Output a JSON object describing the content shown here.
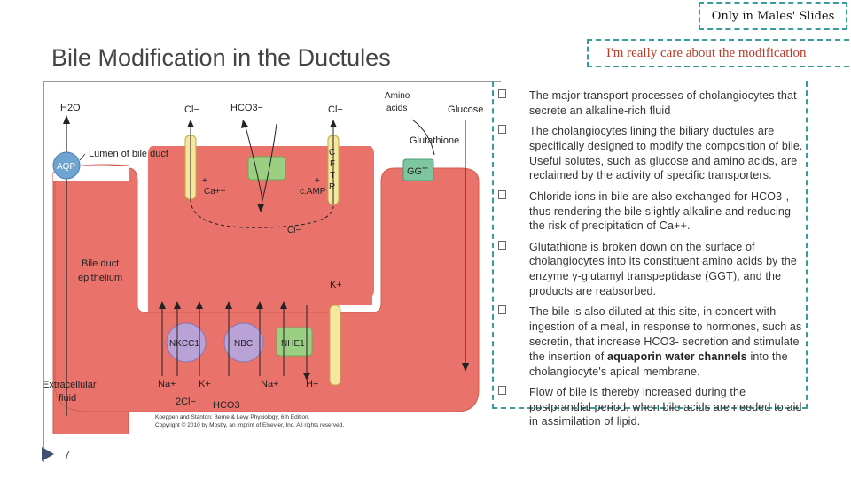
{
  "header": {
    "badge": "Only in Males' Slides",
    "title": "Bile Modification in the Ductules",
    "note": "I'm really care about the modification"
  },
  "page_number": "7",
  "diagram": {
    "h2o": "H2O",
    "aqp": "AQP",
    "lumen": "Lumen of bile duct",
    "epithelium_1": "Bile duct",
    "epithelium_2": "epithelium",
    "extracellular_1": "Extracellular",
    "extracellular_2": "fluid",
    "cl_left": "Cl−",
    "hco3_top": "HCO3−",
    "cl_right": "Cl−",
    "amino_1": "Amino",
    "amino_2": "acids",
    "glucose": "Glucose",
    "glutathione": "Glutathione",
    "ggt": "GGT",
    "plus_left": "+",
    "ca": "Ca++",
    "plus_right": "+",
    "camp": "c.AMP",
    "cftr": [
      "C",
      "F",
      "T",
      "R"
    ],
    "cl_bottom": "Cl−",
    "k_plus": "K+",
    "nkcc1": "NKCC1",
    "nbc": "NBC",
    "nhe1": "NHE1",
    "na_1": "Na+",
    "k_bottom": "K+",
    "na_2": "Na+",
    "h_plus": "H+",
    "two_cl": "2Cl−",
    "hco3_bottom": "HCO3−",
    "credit_1": "Koeppen and Stanton: Berne & Levy Physiology, 6th Edition.",
    "credit_2": "Copyright © 2010 by Mosby, an imprint of Elsevier, Inc. All rights reserved."
  },
  "bullets": [
    {
      "text": "The major transport processes of cholangiocytes that secrete an alkaline-rich fluid"
    },
    {
      "text": "The cholangiocytes lining the biliary ductules are specifically designed to modify the composition of bile. Useful solutes, such as glucose and amino acids, are reclaimed by the activity of specific transporters."
    },
    {
      "text": "Chloride ions in bile are also exchanged for HCO3-, thus rendering the bile slightly alkaline and reducing the risk of precipitation of Ca++."
    },
    {
      "text": "Glutathione is broken down on the surface of cholangiocytes into its constituent amino acids by the enzyme γ-glutamyl transpeptidase (GGT), and the products are reabsorbed."
    },
    {
      "pre": "The bile is also diluted at this site, in concert with ingestion of a meal, in response to hormones, such as secretin, that increase HCO3- secretion and stimulate the insertion of ",
      "bold": "aquaporin water channels",
      "post": " into the cholangiocyte's apical membrane."
    },
    {
      "text": "Flow of bile is thereby increased during the postprandial period, when bile acids are needed to aid in assimilation of lipid."
    }
  ],
  "colors": {
    "accent_dashed": "#3a9c98",
    "note_text": "#b83a2a",
    "cell": "#e9736b",
    "transporter_purple": "#b9a2d6",
    "transporter_green": "#9bd083",
    "glutathione_box": "#7ec6a0"
  }
}
